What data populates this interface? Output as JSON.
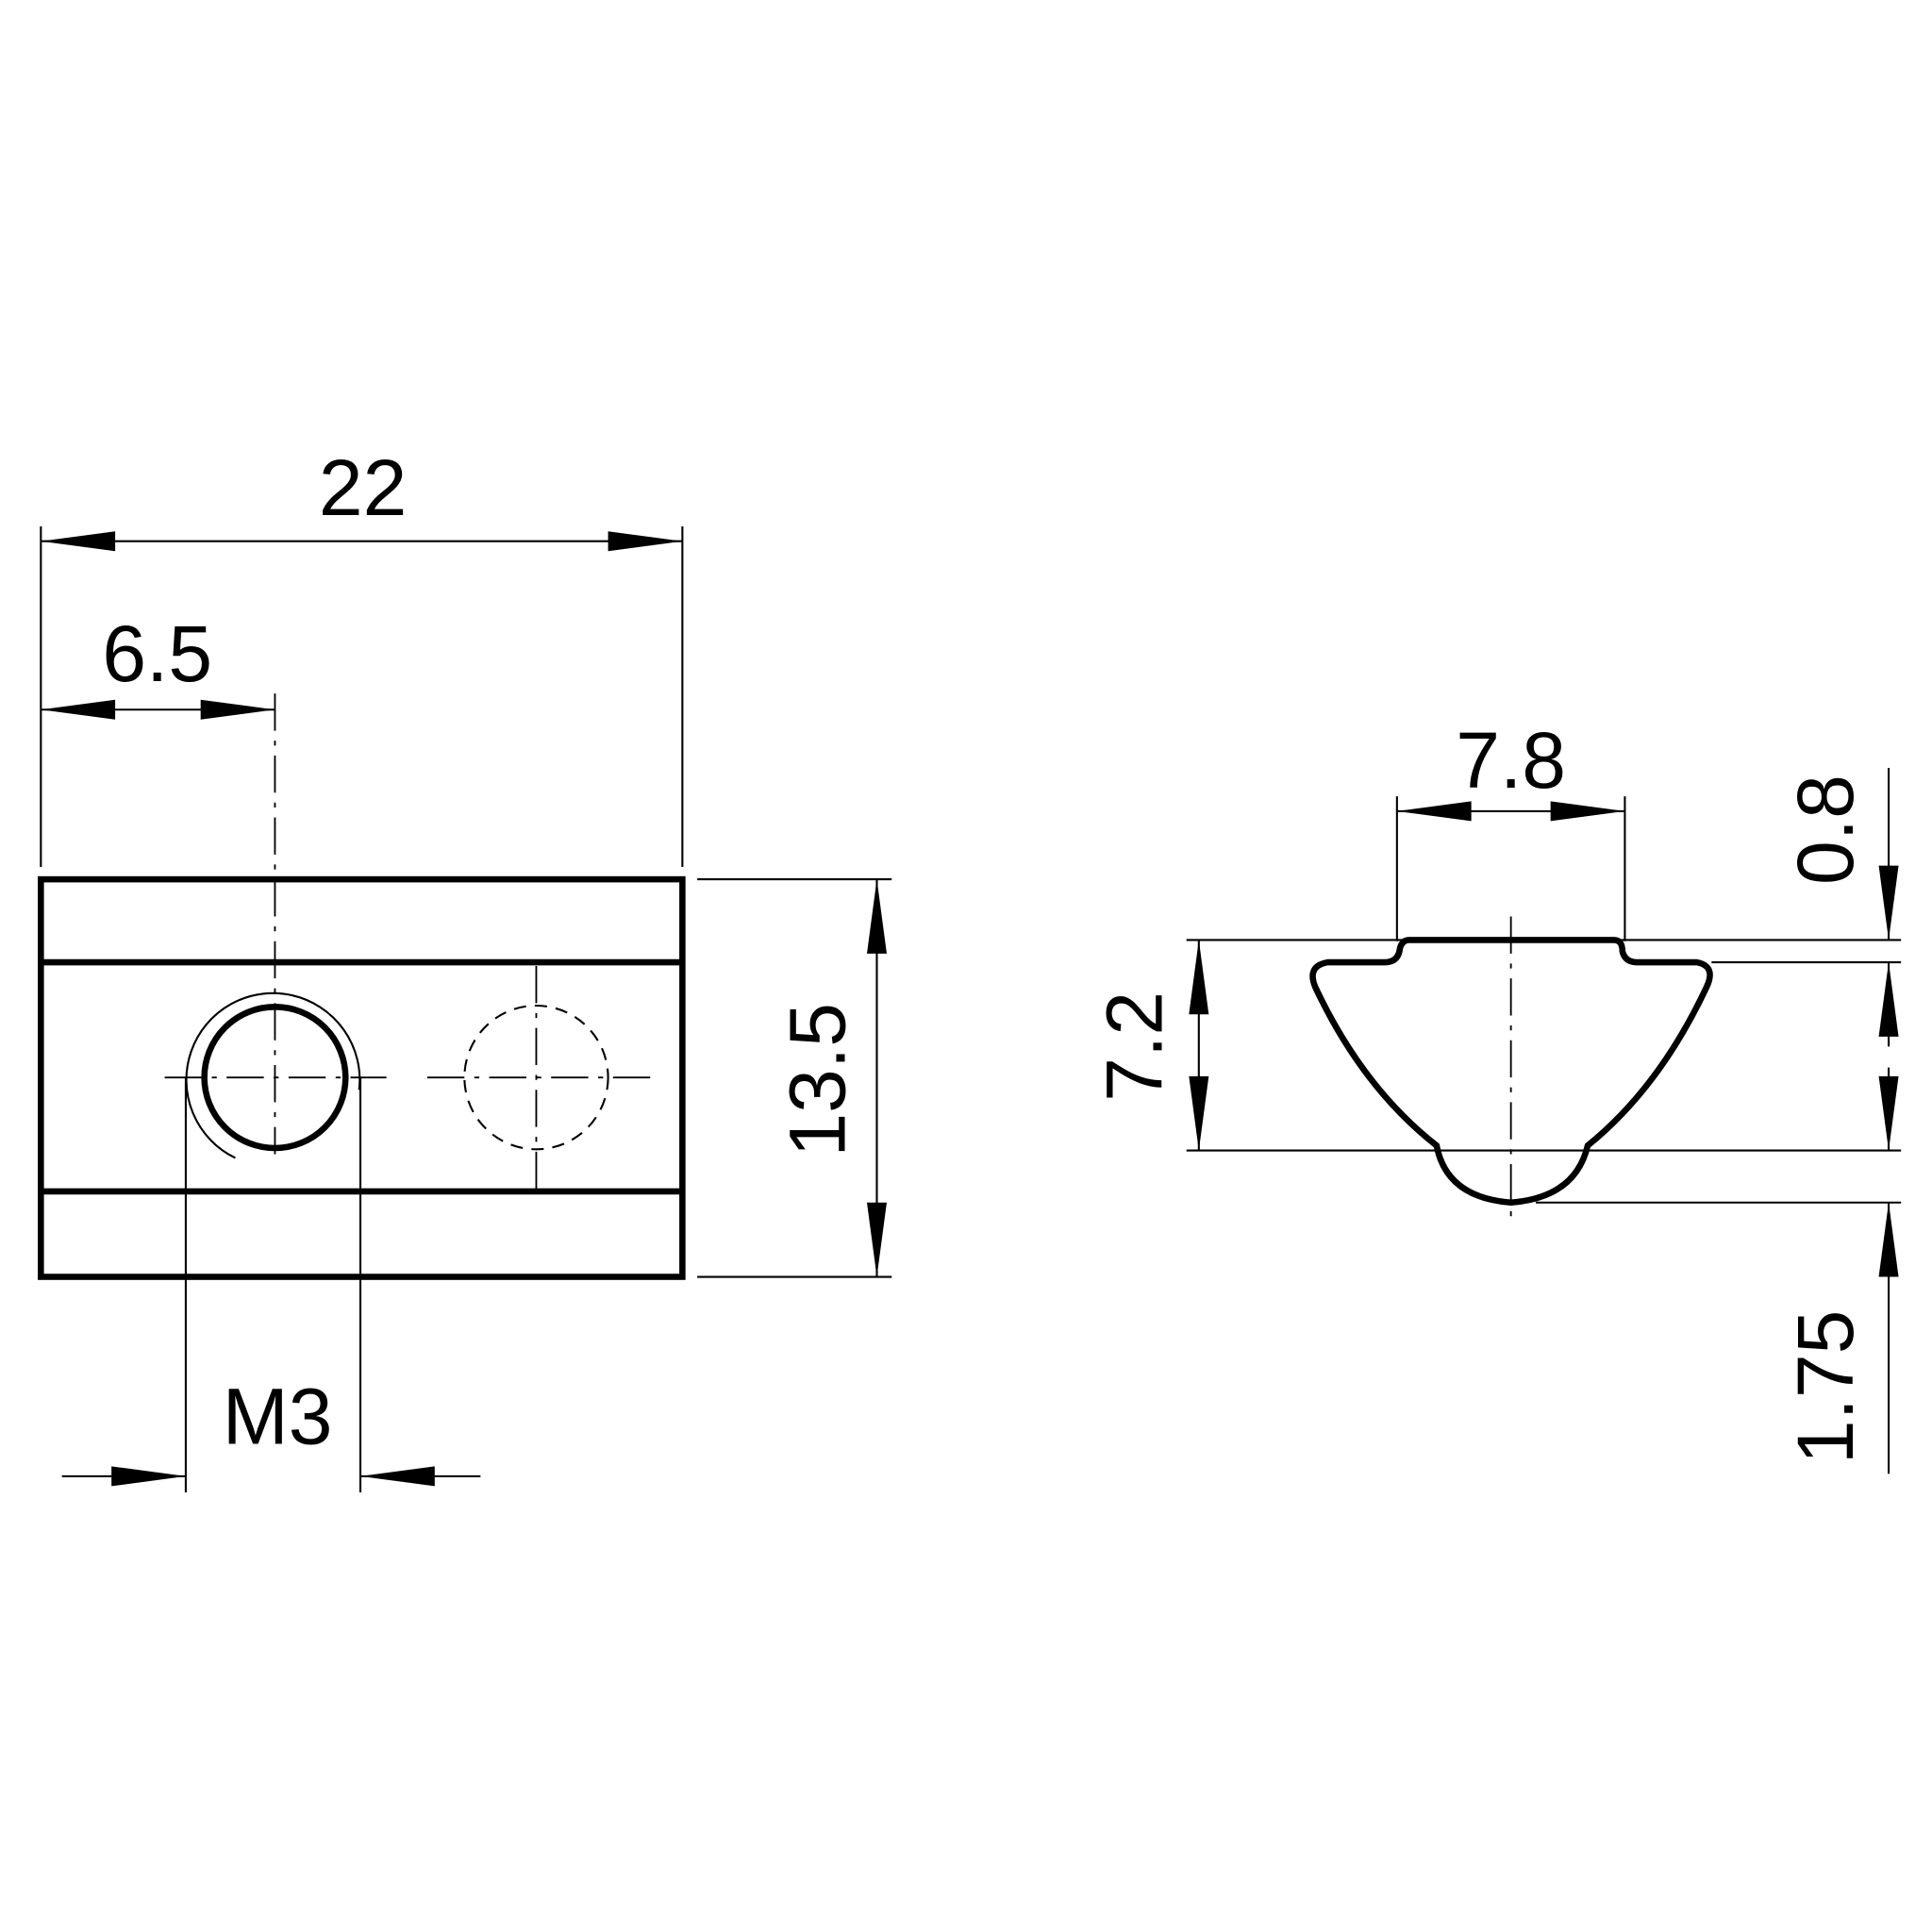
{
  "front_view": {
    "dim_length": "22",
    "dim_hole_offset": "6.5",
    "dim_height": "13.5",
    "dim_thread": "M3"
  },
  "side_view": {
    "dim_top_width": "7.8",
    "dim_total_height": "7.2",
    "dim_lip": "0.8",
    "dim_bump": "1.75"
  }
}
